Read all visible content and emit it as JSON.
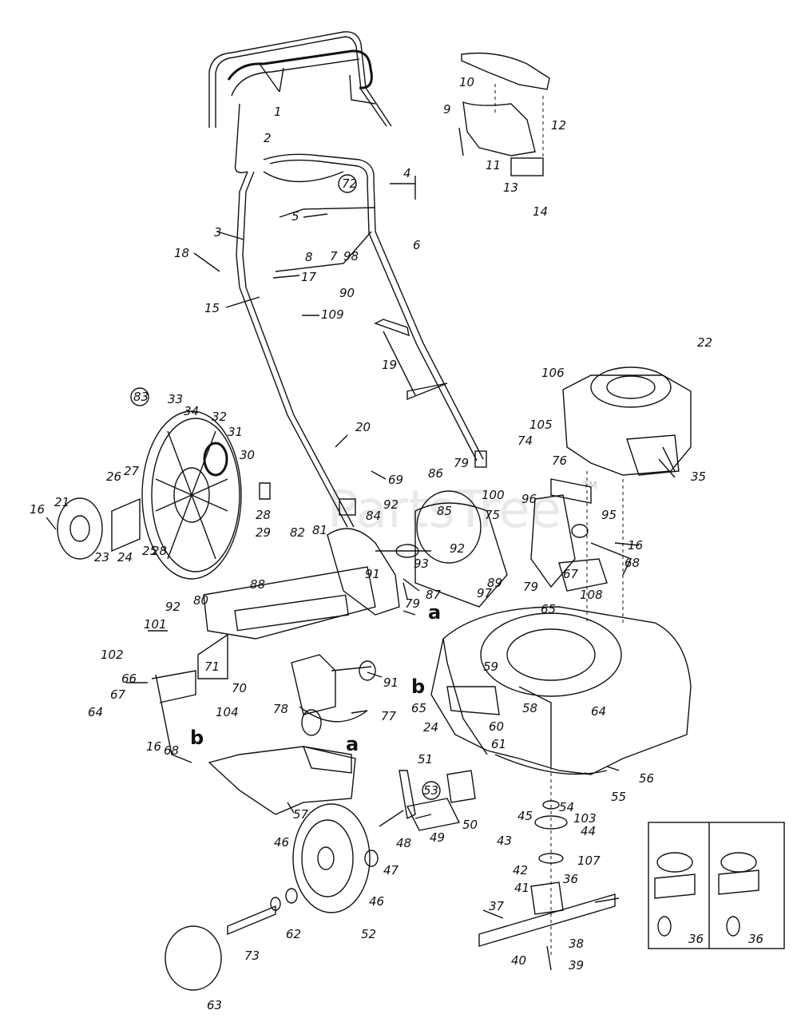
{
  "watermark": {
    "text": "PartsTree",
    "tm": "TM"
  },
  "callouts": {
    "c1": "1",
    "c2": "2",
    "c3": "3",
    "c4": "4",
    "c5": "5",
    "c6": "6",
    "c7": "7",
    "c8": "8",
    "c9": "9",
    "c10": "10",
    "c11": "11",
    "c12": "12",
    "c13": "13",
    "c14": "14",
    "c15": "15",
    "c16a": "16",
    "c16b": "16",
    "c16c": "16",
    "c17": "17",
    "c18": "18",
    "c19": "19",
    "c20": "20",
    "c21": "21",
    "c22": "22",
    "c23": "23",
    "c24a": "24",
    "c24b": "24",
    "c25": "25",
    "c26": "26",
    "c27": "27",
    "c28a": "28",
    "c28b": "28",
    "c29": "29",
    "c30": "30",
    "c31": "31",
    "c32": "32",
    "c33": "33",
    "c34": "34",
    "c35": "35",
    "c36a": "36",
    "c36b": "36",
    "c36c": "36",
    "c37": "37",
    "c38": "38",
    "c39": "39",
    "c40": "40",
    "c41": "41",
    "c42": "42",
    "c43": "43",
    "c44": "44",
    "c45": "45",
    "c46a": "46",
    "c46b": "46",
    "c47": "47",
    "c48": "48",
    "c49": "49",
    "c50": "50",
    "c51": "51",
    "c52": "52",
    "c53": "53",
    "c54": "54",
    "c55": "55",
    "c56": "56",
    "c57": "57",
    "c58": "58",
    "c59": "59",
    "c60": "60",
    "c61": "61",
    "c62": "62",
    "c63": "63",
    "c64a": "64",
    "c64b": "64",
    "c65a": "65",
    "c65b": "65",
    "c66": "66",
    "c67a": "67",
    "c67b": "67",
    "c68a": "68",
    "c68b": "68",
    "c69": "69",
    "c70": "70",
    "c71": "71",
    "c72": "72",
    "c73": "73",
    "c74": "74",
    "c75": "75",
    "c76": "76",
    "c77": "77",
    "c78": "78",
    "c79a": "79",
    "c79b": "79",
    "c79c": "79",
    "c80": "80",
    "c81": "81",
    "c82": "82",
    "c83": "83",
    "c84": "84",
    "c85": "85",
    "c86": "86",
    "c87": "87",
    "c88": "88",
    "c89": "89",
    "c90": "90",
    "c91a": "91",
    "c91b": "91",
    "c92a": "92",
    "c92b": "92",
    "c92c": "92",
    "c93": "93",
    "c95": "95",
    "c96": "96",
    "c97": "97",
    "c98": "98",
    "c100": "100",
    "c101": "101",
    "c102": "102",
    "c103": "103",
    "c104": "104",
    "c105": "105",
    "c106": "106",
    "c107": "107",
    "c108": "108",
    "c109": "109",
    "ref_a1": "a",
    "ref_a2": "a",
    "ref_b1": "b",
    "ref_b2": "b"
  }
}
